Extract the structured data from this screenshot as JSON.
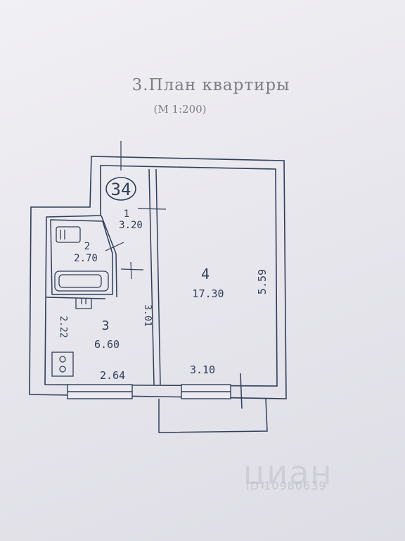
{
  "header": {
    "title": "3.План   квартиры",
    "scale": "(М  1:200)"
  },
  "plan": {
    "apartment_number": "34",
    "rooms": [
      {
        "number": "1",
        "area": "3.20"
      },
      {
        "number": "2",
        "area": "2.70"
      },
      {
        "number": "3",
        "area": "6.60"
      },
      {
        "number": "4",
        "area": "17.30"
      }
    ],
    "dimensions": {
      "bath_room3_height": "2.22",
      "room3_width": "2.64",
      "room3_depth": "3.01",
      "room4_width": "3.10",
      "room4_depth": "5.59"
    }
  },
  "watermark": {
    "brand": "циан",
    "id": "ID 10980639"
  },
  "colors": {
    "pencil": "#2f3f59",
    "print": "#7d7d86",
    "wall_fill": "#ebeaf0"
  }
}
